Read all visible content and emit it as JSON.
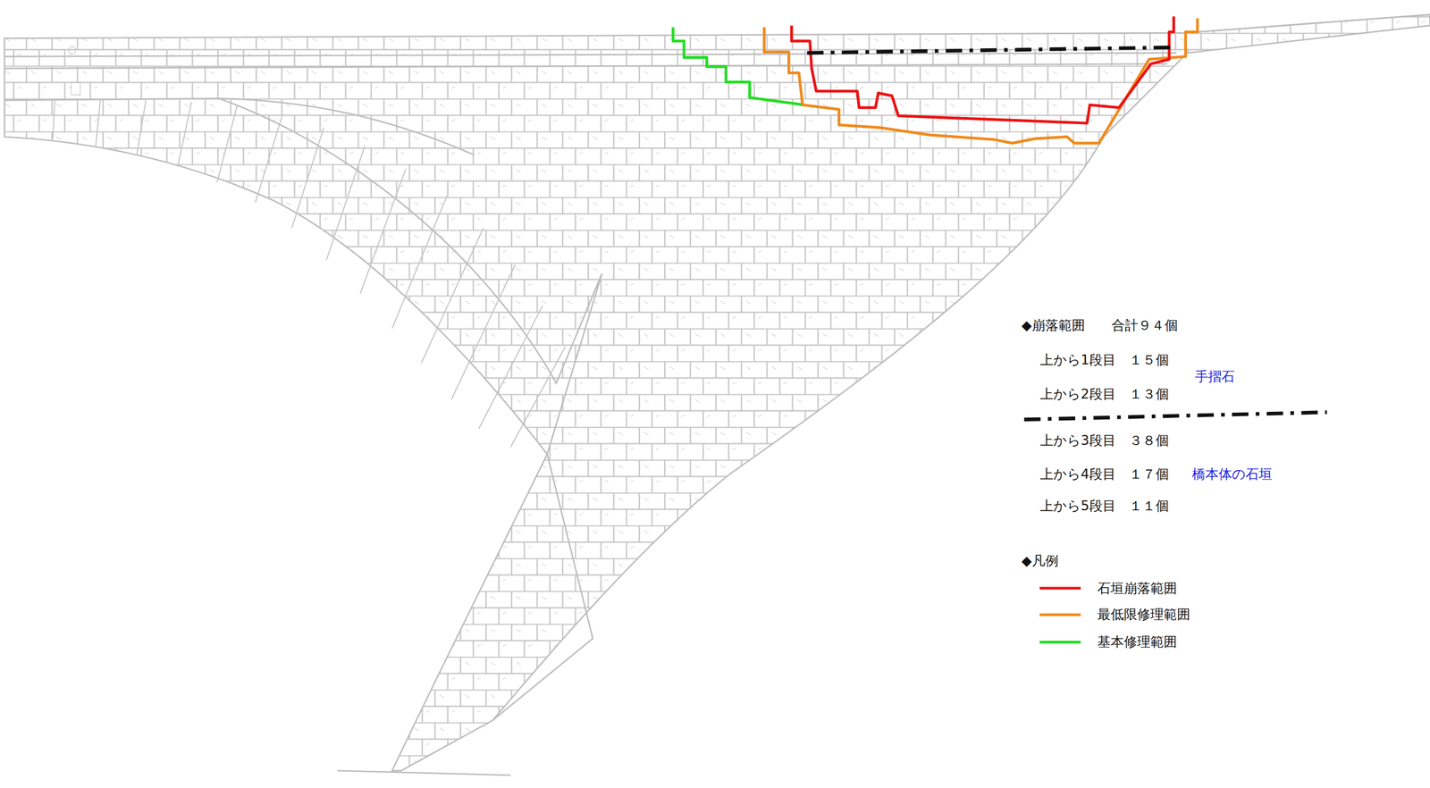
{
  "diagram": {
    "labels": [
      "◆崩落範囲　　合計９４個",
      "上から1段目　１５個",
      "上から2段目　１３個",
      "手摺石",
      "上から3段目　３８個",
      "上から4段目　１７個",
      "上から5段目　１１個",
      "橋本体の石垣",
      "◆凡例"
    ],
    "legend": [
      {
        "text": "石垣崩落範囲"
      },
      {
        "text": "最低限修理範囲"
      },
      {
        "text": "基本修理範囲"
      }
    ]
  }
}
